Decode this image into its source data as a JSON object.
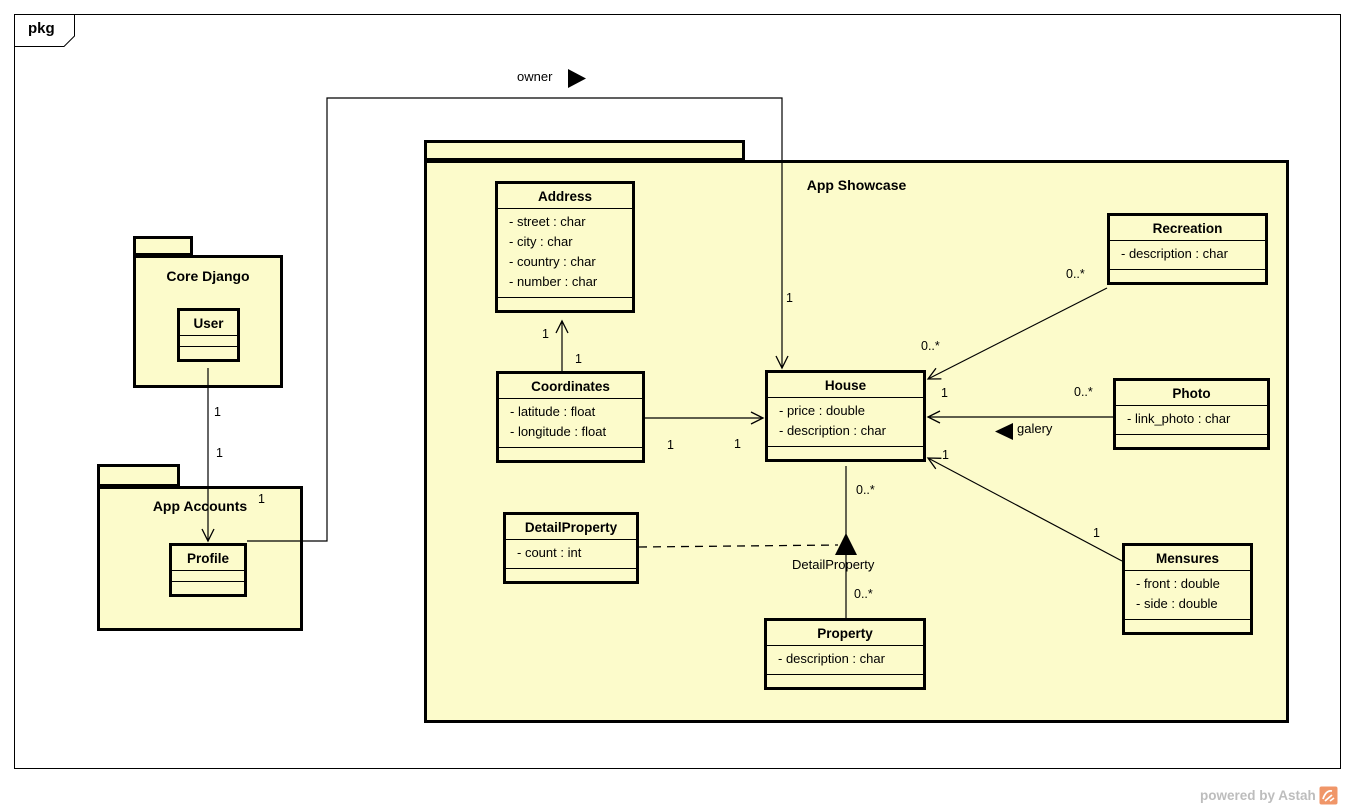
{
  "frame": {
    "kind_label": "pkg"
  },
  "packages": {
    "core_django": {
      "name": "Core Django"
    },
    "app_accounts": {
      "name": "App Accounts"
    },
    "app_showcase": {
      "name": "App Showcase"
    }
  },
  "classes": {
    "user": {
      "name": "User",
      "attrs": []
    },
    "profile": {
      "name": "Profile",
      "attrs": []
    },
    "address": {
      "name": "Address",
      "attrs": [
        "- street : char",
        "- city : char",
        "- country : char",
        "- number : char"
      ]
    },
    "coordinates": {
      "name": "Coordinates",
      "attrs": [
        "- latitude : float",
        "- longitude : float"
      ]
    },
    "house": {
      "name": "House",
      "attrs": [
        "- price : double",
        "- description : char"
      ]
    },
    "detail_property": {
      "name": "DetailProperty",
      "attrs": [
        "- count : int"
      ]
    },
    "property": {
      "name": "Property",
      "attrs": [
        "- description : char"
      ]
    },
    "recreation": {
      "name": "Recreation",
      "attrs": [
        "- description : char"
      ]
    },
    "photo": {
      "name": "Photo",
      "attrs": [
        "- link_photo : char"
      ]
    },
    "mensures": {
      "name": "Mensures",
      "attrs": [
        "- front : double",
        "- side : double"
      ]
    }
  },
  "assoc_labels": {
    "owner": "owner",
    "galery": "galery",
    "detail_property": "DetailProperty"
  },
  "mult": {
    "user_profile_a": "1",
    "user_profile_b": "1",
    "owner_profile_end": "1",
    "owner_house_end": "1",
    "coord_addr_a": "1",
    "coord_addr_b": "1",
    "coord_house_a": "1",
    "coord_house_b": "1",
    "rec_house_end": "0..*",
    "rec_far_end": "0..*",
    "photo_house_end": "1",
    "photo_far_end": "0..*",
    "mens_house_end": "1",
    "mens_far_end": "1",
    "house_prop_a": "0..*",
    "house_prop_b": "0..*"
  },
  "watermark": {
    "text": "powered by Astah"
  },
  "colors": {
    "node_fill": "#FCFBCB",
    "line": "#000000",
    "watermark_text": "#BDBDBD",
    "watermark_logo": "#F09668"
  }
}
